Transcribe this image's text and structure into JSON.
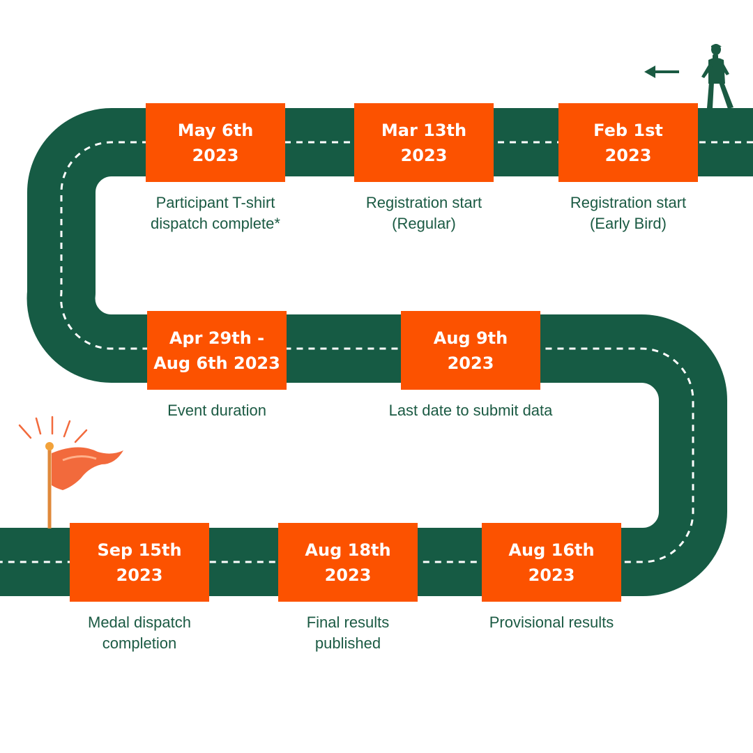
{
  "colors": {
    "road": "#165b44",
    "box": "#fc5200",
    "box_text": "#ffffff",
    "caption_text": "#1b5a43",
    "lane": "#ffffff",
    "flag": "#f26a3c",
    "walker": "#1a5a42"
  },
  "icons": {
    "walker": "walking-person-icon",
    "arrow": "arrow-left-icon",
    "flag": "finish-flag-icon"
  },
  "milestones": [
    {
      "id": "m1",
      "date_line1": "Feb 1st",
      "date_line2": "2023",
      "caption_line1": "Registration start",
      "caption_line2": "(Early Bird)"
    },
    {
      "id": "m2",
      "date_line1": "Mar 13th",
      "date_line2": "2023",
      "caption_line1": "Registration start",
      "caption_line2": "(Regular)"
    },
    {
      "id": "m3",
      "date_line1": "May 6th",
      "date_line2": "2023",
      "caption_line1": "Participant T-shirt",
      "caption_line2": "dispatch complete*"
    },
    {
      "id": "m4",
      "date_line1": "Apr 29th -",
      "date_line2": "Aug 6th 2023",
      "caption_line1": "Event duration",
      "caption_line2": ""
    },
    {
      "id": "m5",
      "date_line1": "Aug 9th",
      "date_line2": "2023",
      "caption_line1": "Last date to submit data",
      "caption_line2": ""
    },
    {
      "id": "m6",
      "date_line1": "Aug 16th",
      "date_line2": "2023",
      "caption_line1": "Provisional results",
      "caption_line2": ""
    },
    {
      "id": "m7",
      "date_line1": "Aug 18th",
      "date_line2": "2023",
      "caption_line1": "Final results",
      "caption_line2": "published"
    },
    {
      "id": "m8",
      "date_line1": "Sep 15th",
      "date_line2": "2023",
      "caption_line1": "Medal dispatch",
      "caption_line2": "completion"
    }
  ]
}
